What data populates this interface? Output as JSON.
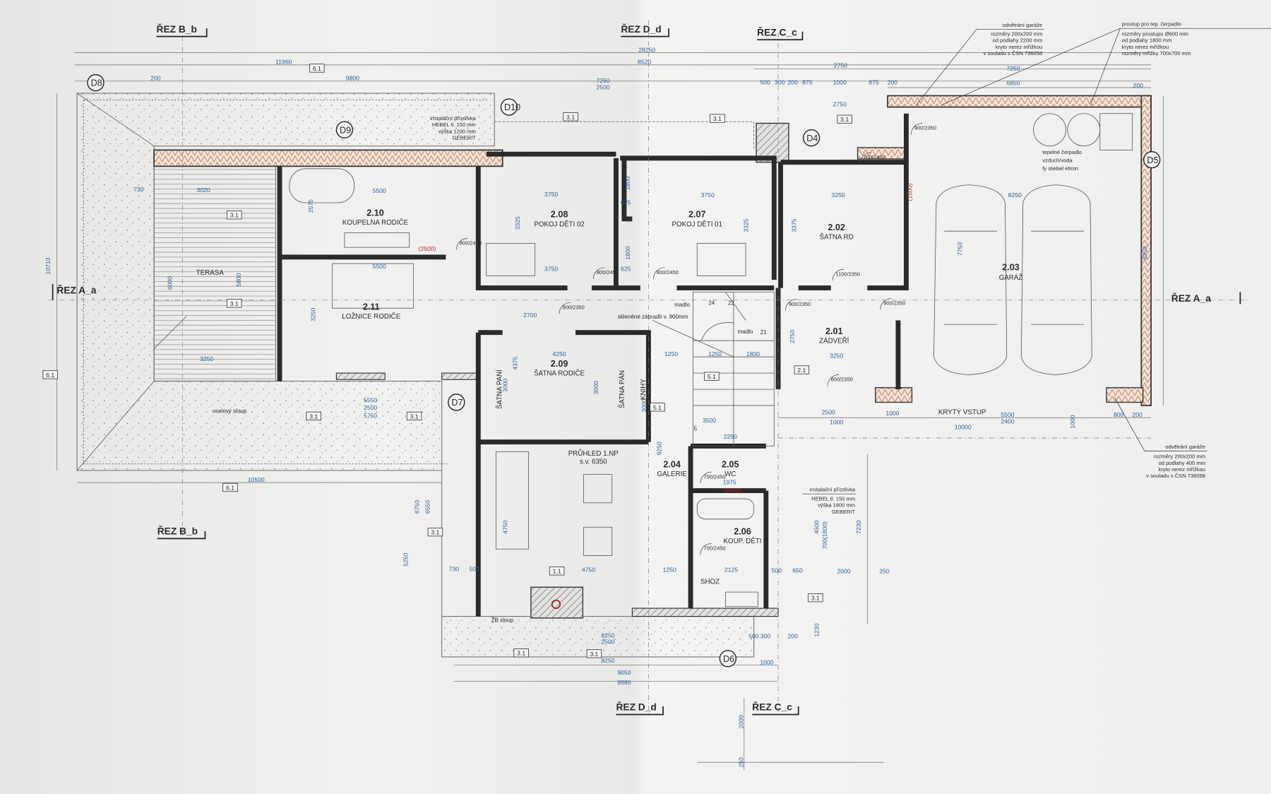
{
  "sections": [
    "ŘEZ B_b",
    "ŘEZ D_d",
    "ŘEZ C_c",
    "ŘEZ A_a",
    "ŘEZ A_a",
    "ŘEZ B_b",
    "ŘEZ D_d",
    "ŘEZ C_c"
  ],
  "rooms": [
    {
      "num": "2.10",
      "name": "KOUPELNA RODIČE"
    },
    {
      "num": "2.08",
      "name": "POKOJ DĚTI 02"
    },
    {
      "num": "2.07",
      "name": "POKOJ DĚTI 01"
    },
    {
      "num": "2.02",
      "name": "ŠATNA RD"
    },
    {
      "num": "2.03",
      "name": "GARÁŽ"
    },
    {
      "num": "2.11",
      "name": "LOŽNICE RODIČE"
    },
    {
      "num": "2.09",
      "name": "ŠATNA RODIČE"
    },
    {
      "num": "2.01",
      "name": "ZÁDVEŘÍ"
    },
    {
      "num": "2.04",
      "name": "GALERIE"
    },
    {
      "num": "2.05",
      "name": "WC"
    },
    {
      "num": "2.06",
      "name": "KOUP. DĚTI"
    }
  ],
  "labels": {
    "terasa": "TERASA",
    "pruhled": "PRŮHLED 1.NP",
    "pruhled_sv": "s.v. 6350",
    "satna_pani": "ŠATNA PANÍ",
    "satna_pan": "ŠATNA PÁN",
    "knihy": "KNIHY",
    "shoz": "SHOZ",
    "kryty_vstup": "KRYTÝ VSTUP",
    "zb_sloup": "ŽB sloup",
    "ocelovy_sloup": "ocelový sloup",
    "madlo_1": "madlo",
    "madlo_2": "madlo",
    "zabradli": "skleněné zábradlí v. 900mm",
    "step_24": "24",
    "step_22": "22",
    "step_21": "21",
    "step_5": "5",
    "heat_pump": [
      "tepelné čerpadlo",
      "vzduch/voda",
      "fy stiebel eltron"
    ]
  },
  "notes": [
    {
      "title": "odvětrání garáže",
      "lines": [
        "rozměry 200x200 mm",
        "od podlahy 2200 mm",
        "kryto nerez mřížkou",
        "v souladu s ČSN 736058"
      ]
    },
    {
      "title": "prostup pro tep. čerpadlo",
      "lines": [
        "rozměry prostupu Ø600 mm",
        "od podlahy 1800 mm",
        "kryto nerez mřížkou",
        "rozměry mřížky 700x700 mm"
      ]
    },
    {
      "title": "odvětrání garáže",
      "lines": [
        "rozměry 200x200 mm",
        "od podlahy 400 mm",
        "kryto nerez mřížkou",
        "v souladu s ČSN 736058"
      ]
    },
    {
      "title": "instalační přízdívka",
      "lines": [
        "HEBEL tl. 150 mm",
        "výška 1200 mm",
        "GEBERIT"
      ]
    },
    {
      "title": "instalační přízdívka",
      "lines": [
        "HEBEL tl. 150 mm",
        "výška 1800 mm",
        "GEBERIT"
      ]
    }
  ],
  "axes": [
    "D8",
    "D10",
    "D9",
    "D4",
    "D5",
    "D7",
    "D6"
  ],
  "dimensions": [
    "28250",
    "11960",
    "8520",
    "2750",
    "7250",
    "6850",
    "9800",
    "200",
    "7250",
    "2500",
    "500",
    "300",
    "200",
    "875",
    "1000",
    "875",
    "200",
    "200",
    "2750",
    "3750",
    "3750",
    "3250",
    "8250",
    "5500",
    "3020",
    "730",
    "10710",
    "6000",
    "3250",
    "5500",
    "3750",
    "625",
    "625",
    "1800",
    "1800",
    "7750",
    "8350",
    "2700",
    "4250",
    "1250",
    "1250",
    "1800",
    "2750",
    "3250",
    "3250",
    "5550",
    "2500",
    "5750",
    "10500",
    "2500",
    "5500",
    "2400",
    "1000",
    "10000",
    "1000",
    "800",
    "200",
    "3500",
    "2250",
    "1975",
    "4750",
    "4750",
    "2125",
    "1250",
    "2000",
    "650",
    "500",
    "5250",
    "7230",
    "4500",
    "6750",
    "6550",
    "730",
    "500",
    "8250",
    "2500",
    "8250",
    "9050",
    "9980",
    "1000",
    "500 300",
    "200",
    "1230",
    "2000",
    "250",
    "250",
    "1000",
    "3325",
    "3325",
    "3375",
    "2575",
    "5800",
    "4375",
    "3000",
    "3000",
    "3000",
    "9250",
    "(2500)",
    "(2500)",
    "(1500)",
    "700(1800)"
  ],
  "tags": [
    "6.1",
    "3.1",
    "3.1",
    "3.1",
    "3.1",
    "3.1",
    "6.1",
    "3.1",
    "3.1",
    "3.1",
    "3.1",
    "3.1",
    "3.1",
    "2.1",
    "5.1",
    "5.1",
    "1.1",
    "6.1"
  ],
  "doors": [
    "800/2450",
    "800/2450",
    "800/2450",
    "900/2350",
    "900/2350",
    "900/2350",
    "800/2350",
    "700/2450",
    "700/2450",
    "700/2450",
    "900/2350",
    "1100/2350"
  ],
  "colors": {
    "dimension": "#2f5f9c",
    "wall": "#2a2a2a",
    "insulation": "#c98a6a",
    "paper": "#ecedeb"
  }
}
